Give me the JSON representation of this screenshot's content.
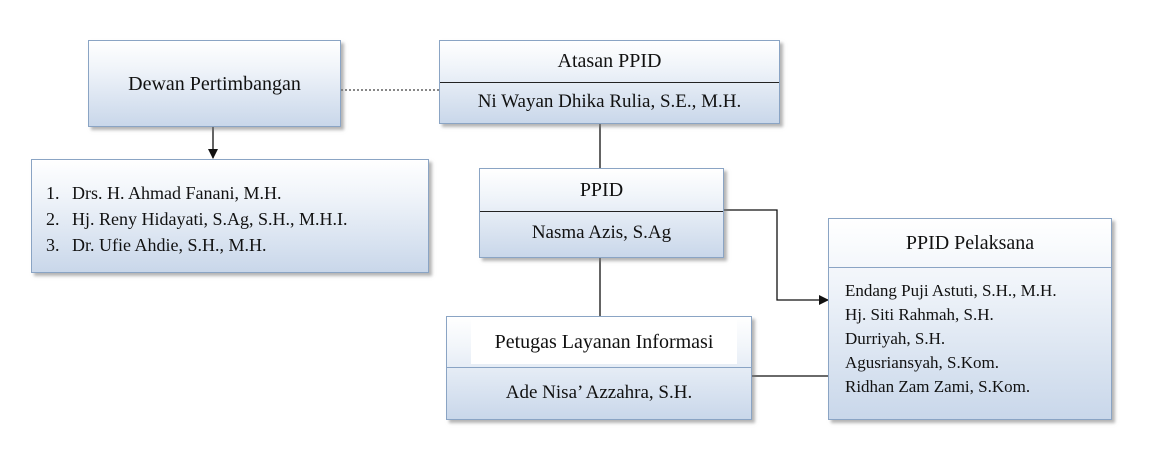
{
  "dewan": {
    "title": "Dewan Pertimbangan",
    "members": [
      {
        "num": "1.",
        "name": "Drs. H. Ahmad Fanani, M.H."
      },
      {
        "num": "2.",
        "name": "Hj. Reny Hidayati, S.Ag, S.H., M.H.I."
      },
      {
        "num": "3.",
        "name": "Dr. Ufie Ahdie, S.H., M.H."
      }
    ]
  },
  "atasan": {
    "title": "Atasan PPID",
    "name": "Ni Wayan Dhika Rulia, S.E., M.H."
  },
  "ppid": {
    "title": "PPID",
    "name": "Nasma Azis, S.Ag"
  },
  "petugas": {
    "title": "Petugas Layanan Informasi",
    "name": "Ade Nisa’ Azzahra, S.H."
  },
  "pelaksana": {
    "title": "PPID Pelaksana",
    "members": [
      "Endang Puji Astuti, S.H., M.H.",
      "Hj. Siti Rahmah, S.H.",
      "Durriyah, S.H.",
      "Agusriansyah, S.Kom.",
      "Ridhan Zam Zami, S.Kom."
    ]
  },
  "colors": {
    "border": "#8aa4c4",
    "box_bottom": "#c9d7ea",
    "line": "#222222"
  }
}
